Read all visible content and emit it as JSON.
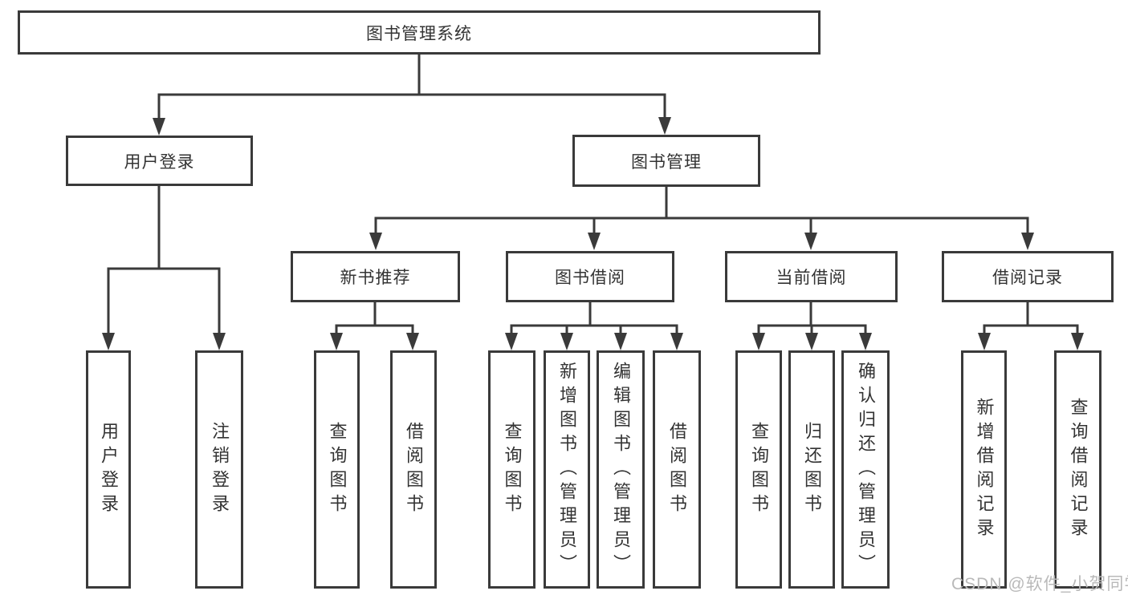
{
  "diagram": {
    "root": {
      "label": "图书管理系统"
    },
    "user_login": {
      "label": "用户登录",
      "children": {
        "login": {
          "label": "用户登录"
        },
        "logout": {
          "label": "注销登录"
        }
      }
    },
    "book_mgmt": {
      "label": "图书管理",
      "children": {
        "new_book": {
          "label": "新书推荐",
          "children": {
            "query": {
              "label": "查询图书"
            },
            "borrow": {
              "label": "借阅图书"
            }
          }
        },
        "borrowing": {
          "label": "图书借阅",
          "children": {
            "query": {
              "label": "查询图书"
            },
            "add_admin": {
              "label": "新增图书（管理员）"
            },
            "edit_admin": {
              "label": "编辑图书（管理员）"
            },
            "borrow": {
              "label": "借阅图书"
            }
          }
        },
        "current": {
          "label": "当前借阅",
          "children": {
            "query": {
              "label": "查询图书"
            },
            "return_book": {
              "label": "归还图书"
            },
            "confirm_admin": {
              "label": "确认归还（管理员）"
            }
          }
        },
        "records": {
          "label": "借阅记录",
          "children": {
            "add_record": {
              "label": "新增借阅记录"
            },
            "query_record": {
              "label": "查询借阅记录"
            }
          }
        }
      }
    }
  },
  "watermark": {
    "text": "CSDN @软件_小贺同学"
  },
  "colors": {
    "line": "#3a3a3a",
    "text": "#333333",
    "box_fill": "#ffffff",
    "background": "#ffffff",
    "watermark": "#b9b9b9"
  }
}
